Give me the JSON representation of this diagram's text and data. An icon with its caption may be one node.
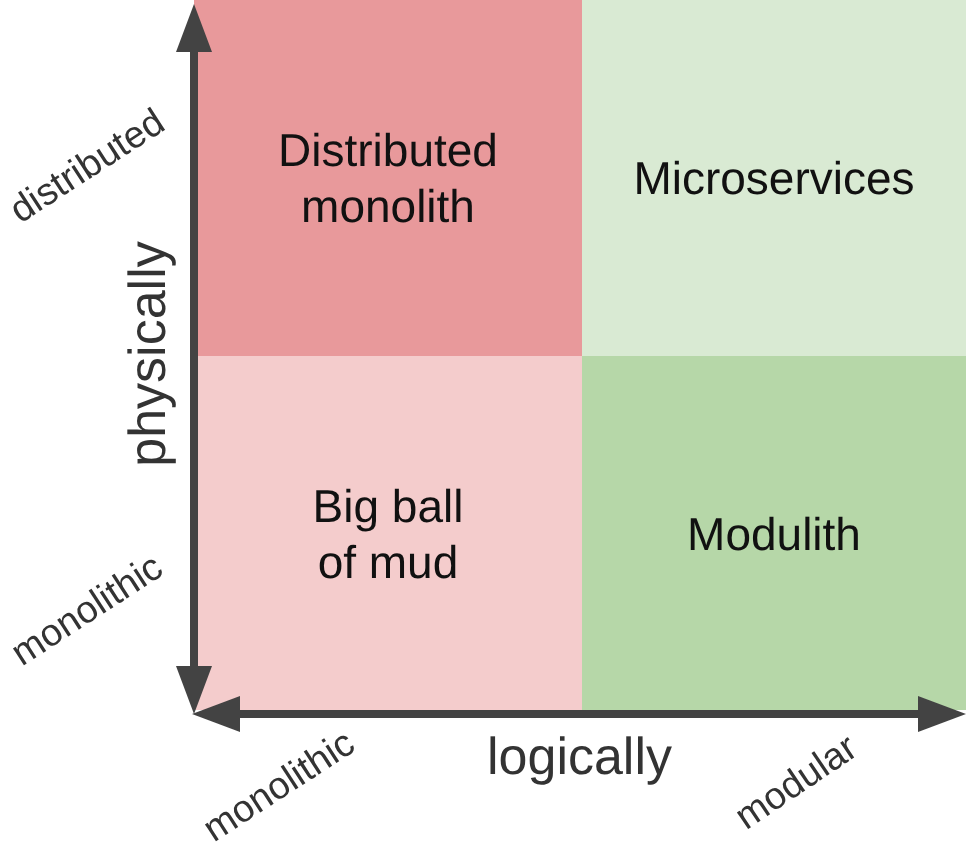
{
  "diagram": {
    "nodes": [
      {
        "text": [
          "Distributed monolith"
        ]
      },
      {
        "text": [
          "Microservices"
        ]
      },
      {
        "text": [
          "Big ball of mud"
        ]
      },
      {
        "text": [
          "Modulith"
        ]
      }
    ],
    "labels": [
      "distributed",
      "physically",
      "monolithic",
      "monolithic",
      "logically",
      "modular"
    ]
  }
}
